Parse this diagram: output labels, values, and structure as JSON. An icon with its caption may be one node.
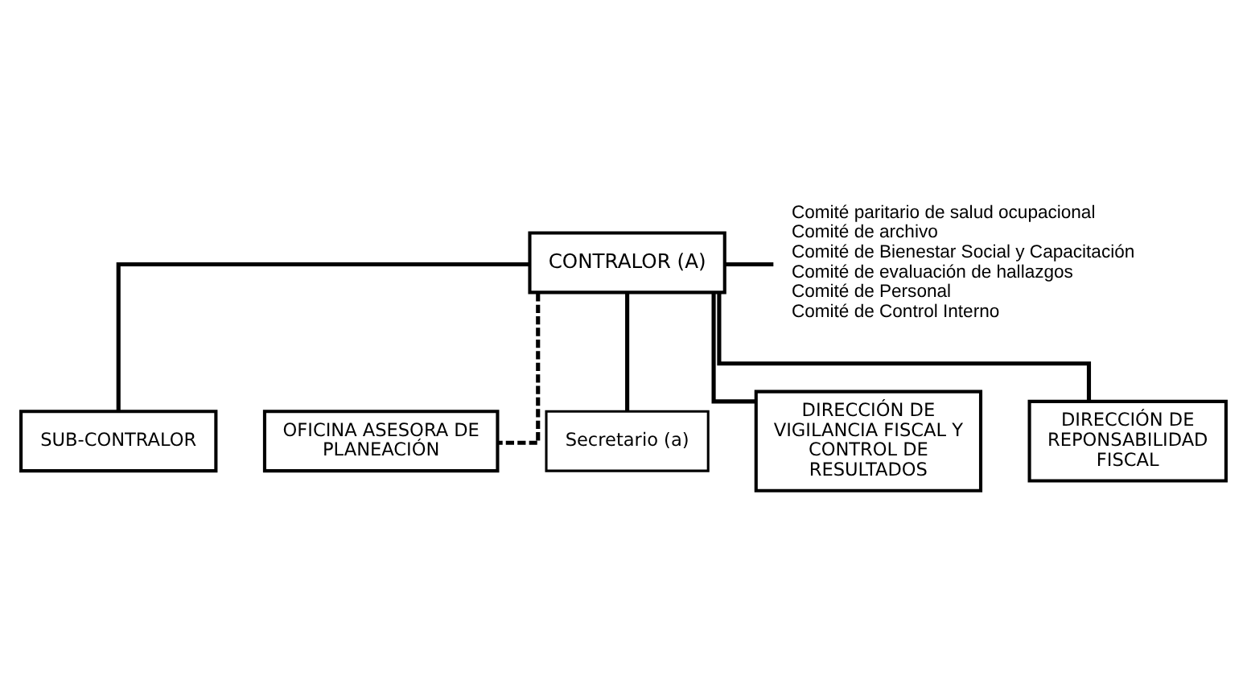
{
  "diagram": {
    "nodes": [
      {
        "text": [
          "CONTRALOR (A)"
        ]
      },
      {
        "text": [
          "Comité paritario de salud ocupacional",
          "Comité de archivo",
          "Comité de Bienestar Social y Capacitación",
          "Comité de evaluación de hallazgos",
          "Comité de Personal",
          "Comité de Control Interno"
        ]
      },
      {
        "text": [
          "SUB-CONTRALOR"
        ]
      },
      {
        "text": [
          "OFICINA ASESORA DE PLANEACIÓN"
        ]
      },
      {
        "text": [
          "Secretario (a)"
        ]
      },
      {
        "text": [
          "DIRECCIÓN DE VIGILANCIA FISCAL Y CONTROL DE RESULTADOS"
        ]
      },
      {
        "text": [
          "DIRECCIÓN DE REPONSABILIDAD FISCAL"
        ]
      }
    ],
    "edges": [
      {
        "from": 0,
        "to": 1,
        "arrow": "none"
      },
      {
        "from": 0,
        "to": 2,
        "arrow": "none"
      },
      {
        "from": 0,
        "to": 3,
        "arrow": "none",
        "style": "dashed"
      },
      {
        "from": 0,
        "to": 4,
        "arrow": "none"
      },
      {
        "from": 0,
        "to": 5,
        "arrow": "none"
      },
      {
        "from": 0,
        "to": 6,
        "arrow": "none"
      }
    ]
  }
}
